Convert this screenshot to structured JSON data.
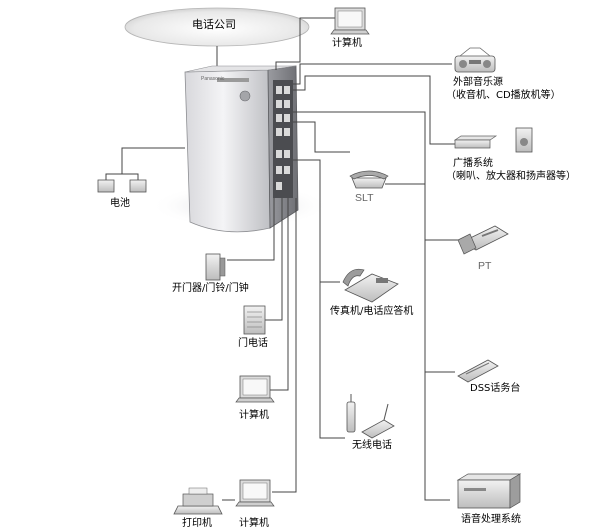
{
  "cloud": {
    "label": "电话公司"
  },
  "pbx": {
    "brand": "Panasonic"
  },
  "devices": {
    "computer_top": "计算机",
    "external_music": "外部音乐源",
    "external_music_note": "（收音机、CD播放机等）",
    "paging": "广播系统",
    "paging_note": "（喇叭、放大器和扬声器等）",
    "slt": "SLT",
    "pt": "PT",
    "battery": "电池",
    "door_opener": "开门器/门铃/门钟",
    "fax": "传真机/电话应答机",
    "doorphone": "门电话",
    "dss": "DSS话务台",
    "computer_mid": "计算机",
    "cordless": "无线电话",
    "printer": "打印机",
    "computer_bottom": "计算机",
    "voice_processing": "语音处理系统"
  }
}
